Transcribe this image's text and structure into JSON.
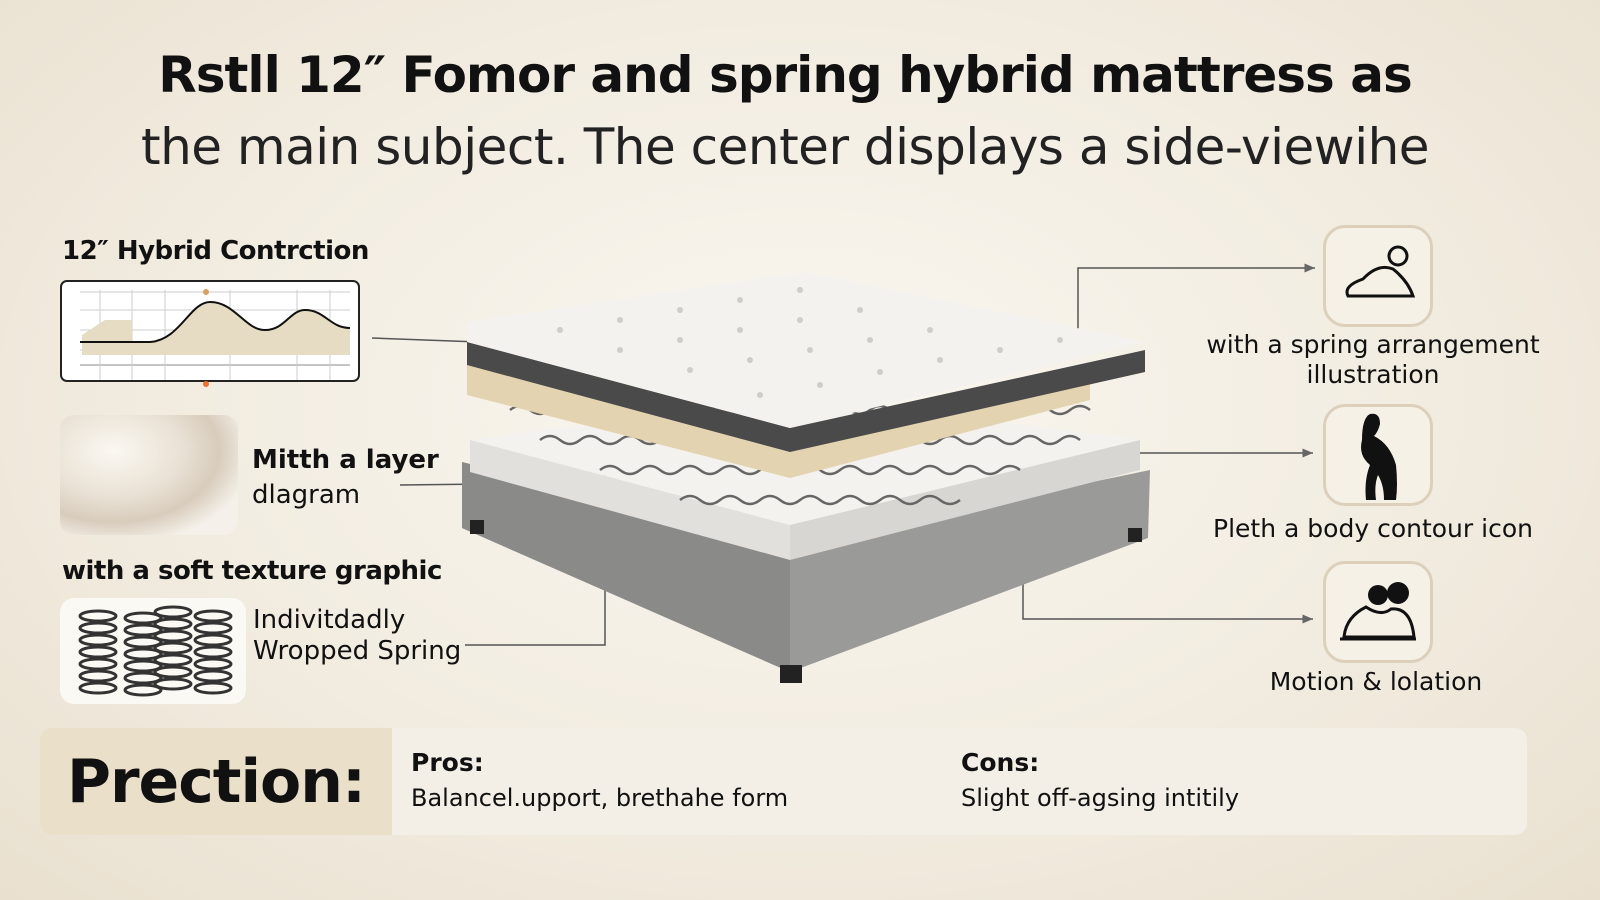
{
  "title": {
    "line1": "Rstll 12″ Fomor and spring hybrid mattress as",
    "line2": "the main subject. The center displays a side-viewihe"
  },
  "left_panel": {
    "heading": "12″ Hybrid Contrction",
    "layer_label_1": "Mitth a layer",
    "layer_label_2": "dlagram",
    "texture_heading": "with a soft texture graphic",
    "spring_label_1": "Indivitdadly",
    "spring_label_2": "Wropped Spring"
  },
  "right_panel": {
    "items": [
      {
        "icon": "sleeping-person-icon",
        "label_1": "with a spring arrangement",
        "label_2": "illustration"
      },
      {
        "icon": "body-contour-icon",
        "label_1": "Pleth a body contour icon"
      },
      {
        "icon": "couple-sleeping-icon",
        "label_1": "Motion & lolation"
      }
    ]
  },
  "footer": {
    "title": "Prection:",
    "pros_label": "Pros:",
    "pros_text": "Balancel.upport, brethahe form",
    "cons_label": "Cons:",
    "cons_text": "Slight off-agsing intitily"
  },
  "colors": {
    "background": "#f1ebdf",
    "accent_beige": "#eadfc9",
    "foam_tan": "#e3d3b0",
    "base_gray": "#9a9a98"
  }
}
